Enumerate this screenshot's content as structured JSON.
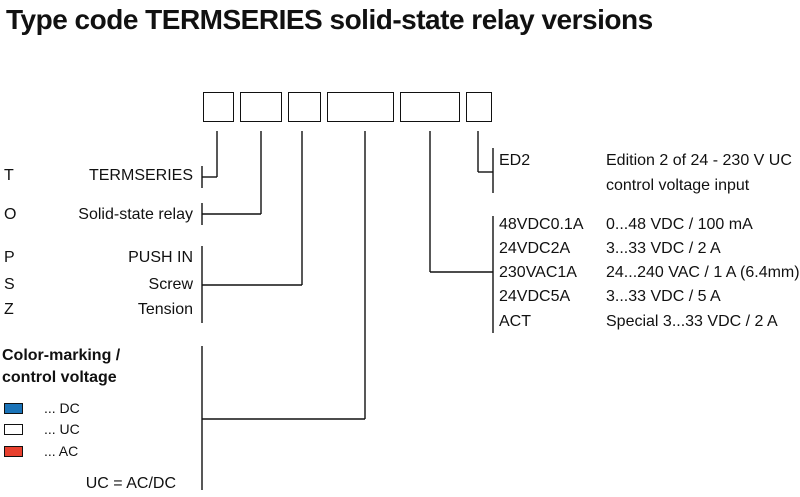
{
  "title": "Type code TERMSERIES solid-state relay versions",
  "left_codes": [
    {
      "code": "T",
      "label": "TERMSERIES"
    },
    {
      "code": "O",
      "label": "Solid-state relay"
    },
    {
      "code": "P",
      "label": "PUSH IN"
    },
    {
      "code": "S",
      "label": "Screw"
    },
    {
      "code": "Z",
      "label": "Tension"
    }
  ],
  "color_marking": {
    "heading_line1": "Color-marking /",
    "heading_line2": "control voltage",
    "items": [
      {
        "label": "... DC",
        "color": "#1a73b8"
      },
      {
        "label": "... UC",
        "color": "#ffffff"
      },
      {
        "label": "... AC",
        "color": "#e8402e"
      }
    ],
    "footnote": "UC = AC/DC"
  },
  "edition": {
    "code": "ED2",
    "desc_line1": "Edition 2 of 24 - 230 V UC",
    "desc_line2": "control voltage input"
  },
  "versions": [
    {
      "code": "48VDC0.1A",
      "desc": "0...48 VDC / 100 mA"
    },
    {
      "code": "24VDC2A",
      "desc": "3...33 VDC / 2 A"
    },
    {
      "code": "230VAC1A",
      "desc": "24...240 VAC / 1 A (6.4mm)"
    },
    {
      "code": "24VDC5A",
      "desc": "3...33 VDC / 5 A"
    },
    {
      "code": "ACT",
      "desc": "Special 3...33 VDC / 2 A"
    }
  ]
}
